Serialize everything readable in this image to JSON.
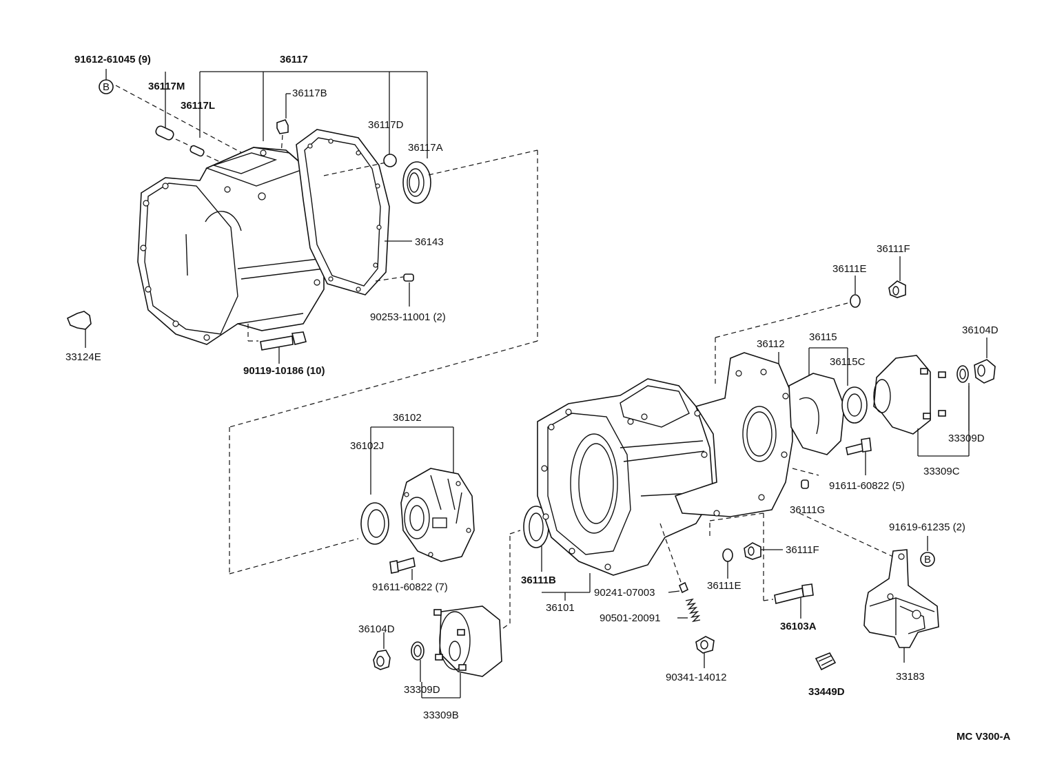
{
  "labels": {
    "p91612_61045": "91612-61045 (9)",
    "p36117": "36117",
    "p36117M": "36117M",
    "p36117L": "36117L",
    "p36117B": "36117B",
    "p36117D": "36117D",
    "p36117A": "36117A",
    "p36143": "36143",
    "p90253_11001": "90253-11001 (2)",
    "p33124E": "33124E",
    "p90119_10186": "90119-10186 (10)",
    "p36111F_top": "36111F",
    "p36111E_top": "36111E",
    "p36112": "36112",
    "p36115": "36115",
    "p36115C": "36115C",
    "p36104D_right": "36104D",
    "p33309D_right": "33309D",
    "p33309C": "33309C",
    "p91611_60822_5": "91611-60822 (5)",
    "p36111G": "36111G",
    "p36102": "36102",
    "p36102J": "36102J",
    "p91611_60822_7": "91611-60822 (7)",
    "p36111B": "36111B",
    "p36101": "36101",
    "p90241_07003": "90241-07003",
    "p90501_20091": "90501-20091",
    "p36111E_mid": "36111E",
    "p36111F_mid": "36111F",
    "p36103A": "36103A",
    "p91619_61235": "91619-61235 (2)",
    "p33183": "33183",
    "p36104D_left": "36104D",
    "p33309D_left": "33309D",
    "p33309B": "33309B",
    "p90341_14012": "90341-14012",
    "p33449D": "33449D",
    "marker_b1": "B",
    "marker_b2": "B",
    "footer_code": "MC  V300-A"
  }
}
